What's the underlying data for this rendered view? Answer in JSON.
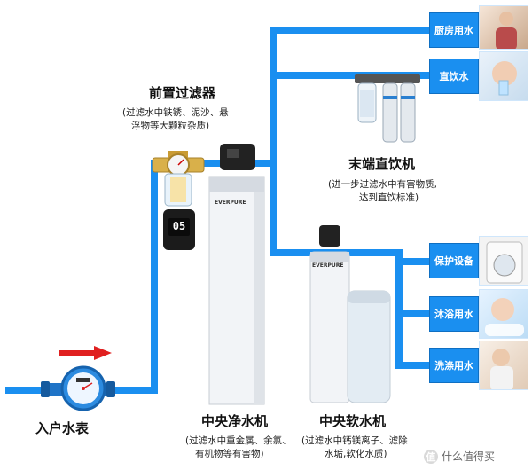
{
  "components": {
    "prefilter": {
      "title": "前置过滤器",
      "note_line1": "(过滤水中铁锈、泥沙、悬",
      "note_line2": "浮物等大颗粒杂质)"
    },
    "terminal": {
      "title": "末端直饮机",
      "note_line1": "(进一步过滤水中有害物质,",
      "note_line2": "达到直饮标准)"
    },
    "central_purifier": {
      "title": "中央净水机",
      "note_line1": "(过滤水中重金属、余氯、",
      "note_line2": "有机物等有害物)",
      "brand": "EVERPURE"
    },
    "central_softener": {
      "title": "中央软水机",
      "note_line1": "(过滤水中钙镁离子、滤除",
      "note_line2": "水垢,软化水质)",
      "brand": "EVERPURE"
    },
    "meter": {
      "title": "入户水表"
    },
    "display_digits": "05"
  },
  "outputs": [
    {
      "label": "厨房用水"
    },
    {
      "label": "直饮水"
    },
    {
      "label": "保护设备"
    },
    {
      "label": "沐浴用水"
    },
    {
      "label": "洗涤用水"
    }
  ],
  "watermark": {
    "icon": "值",
    "text": "什么值得买"
  },
  "colors": {
    "pipe": "#1a8ff0",
    "arrow": "#e02020"
  }
}
